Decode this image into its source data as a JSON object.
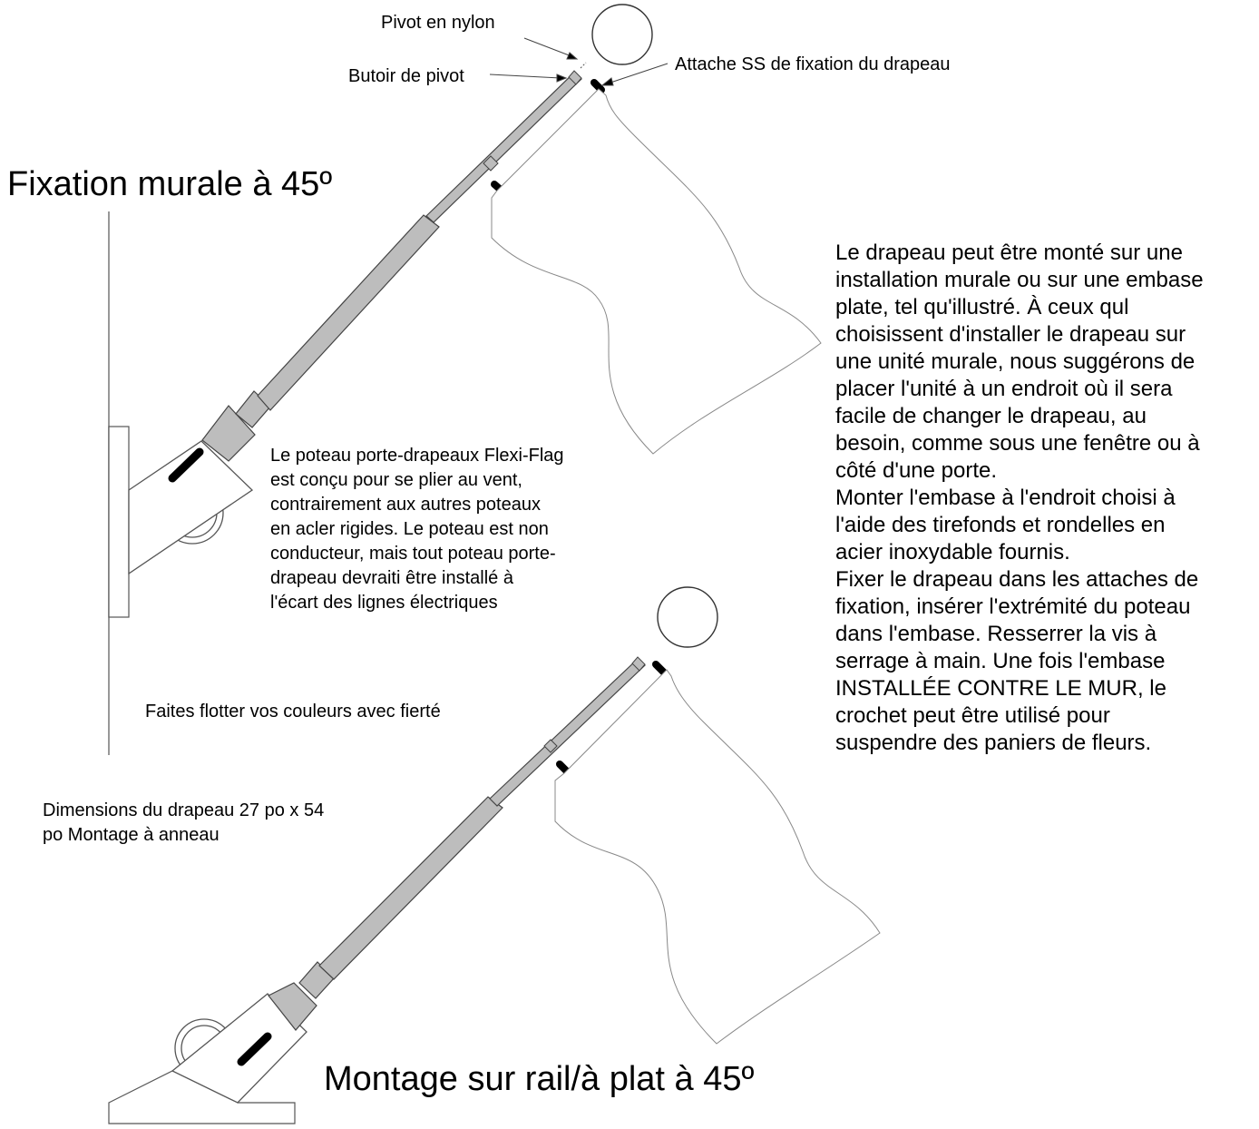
{
  "callouts": {
    "pivot": "Pivot en nylon",
    "stop": "Butoir de pivot",
    "clip": "Attache SS de fixation du drapeau"
  },
  "titles": {
    "wall": "Fixation murale à 45º",
    "rail": "Montage sur rail/à plat à 45º"
  },
  "pole_note": [
    "Le poteau porte-drapeaux Flexi-Flag",
    "est conçu pour se plier au vent,",
    "contrairement aux autres poteaux",
    "en acler rigides. Le poteau est non",
    "conducteur, mais tout poteau porte-",
    "drapeau devraiti être installé à",
    "l'écart des lignes électriques"
  ],
  "slogan": "Faites flotter vos couleurs avec fierté",
  "dimensions": [
    "Dimensions du drapeau 27 po x 54",
    "po Montage à anneau"
  ],
  "instructions": [
    "Le drapeau peut être monté sur une",
    "installation murale ou sur une embase",
    "plate, tel qu'illustré.  À ceux qul",
    "choisissent d'installer le drapeau sur",
    "une unité murale, nous suggérons de",
    "placer l'unité à un endroit où il sera",
    "facile de changer le drapeau, au",
    "besoin, comme sous une fenêtre ou à",
    "côté d'une porte.",
    "Monter l'embase à l'endroit choisi à",
    "l'aide des tirefonds et rondelles en",
    "acier inoxydable fournis.",
    "Fixer le drapeau dans les attaches de",
    "fixation, insérer l'extrémité du poteau",
    "dans l'embase.  Resserrer la vis à",
    "serrage à main.  Une fois l'embase",
    "INSTALLÉE CONTRE LE MUR, le",
    "crochet peut être utilisé pour",
    "suspendre des paniers de fleurs."
  ],
  "colors": {
    "pole_fill": "#bdbdbd",
    "line": "#444444",
    "clip": "#000000"
  }
}
